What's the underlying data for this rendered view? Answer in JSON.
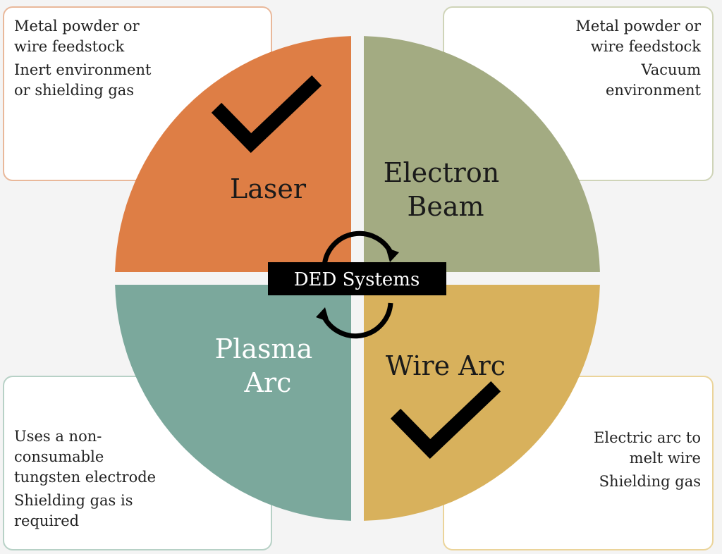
{
  "title": "DED Systems",
  "quadrants": [
    {
      "id": "laser",
      "label_lines": [
        "Laser"
      ],
      "color": "#de7e45",
      "text_color": "#1a1a1a",
      "checked": true
    },
    {
      "id": "electron-beam",
      "label_lines": [
        "Electron",
        "Beam"
      ],
      "color": "#a3ab82",
      "text_color": "#1a1a1a",
      "checked": false
    },
    {
      "id": "plasma-arc",
      "label_lines": [
        "Plasma",
        "Arc"
      ],
      "color": "#7ba89c",
      "text_color": "#ffffff",
      "checked": false
    },
    {
      "id": "wire-arc",
      "label_lines": [
        "Wire Arc"
      ],
      "color": "#d8b15c",
      "text_color": "#1a1a1a",
      "checked": true
    }
  ],
  "boxes": {
    "laser": [
      "Metal powder or\nwire feedstock",
      "Inert environment\nor shielding gas"
    ],
    "electron_beam": [
      "Metal powder or\nwire feedstock",
      "Vacuum\nenvironment"
    ],
    "plasma_arc": [
      "Uses a non-\nconsumable\ntungsten electrode",
      "Shielding gas is\nrequired"
    ],
    "wire_arc": [
      "Electric arc to\nmelt wire",
      "Shielding gas"
    ]
  }
}
